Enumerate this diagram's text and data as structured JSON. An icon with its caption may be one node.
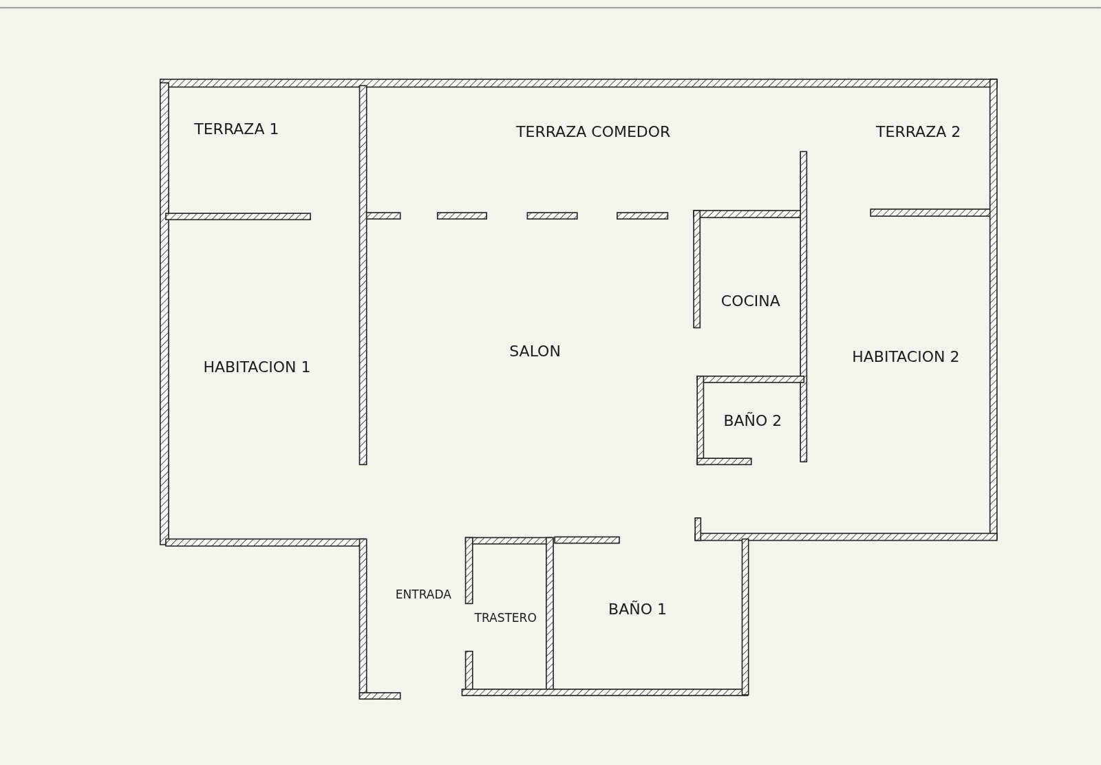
{
  "diagram": {
    "labels": [
      "TERRAZA 1",
      "TERRAZA COMEDOR",
      "TERRAZA 2",
      "COCINA",
      "SALON",
      "HABITACION 1",
      "HABITACION 2",
      "BAÑO 2",
      "ENTRADA",
      "TRASTERO",
      "BAÑO 1"
    ]
  }
}
